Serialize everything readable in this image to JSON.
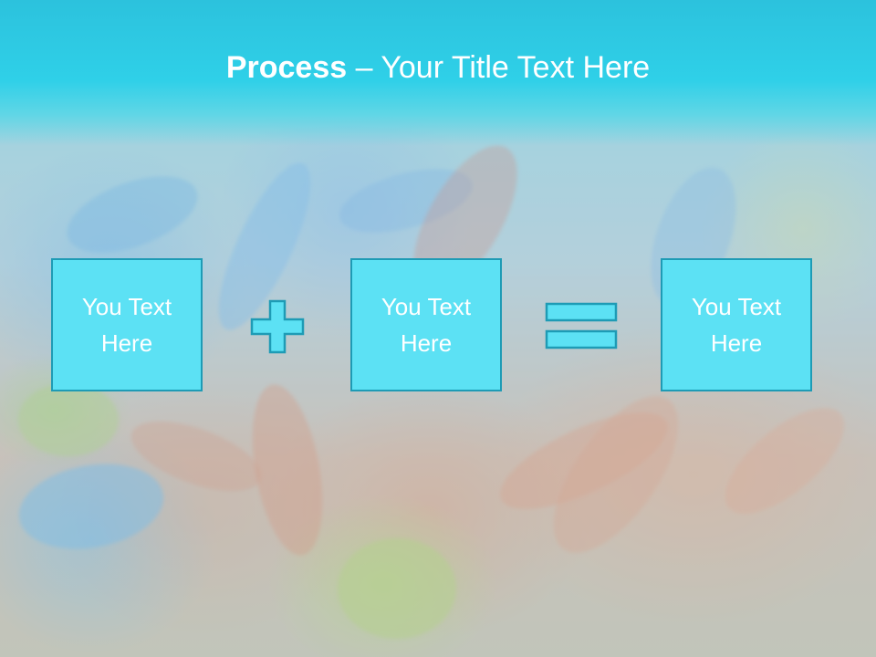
{
  "slide": {
    "title_bold": "Process",
    "title_dash": " – ",
    "title_rest": "Your Title Text Here"
  },
  "boxes": [
    {
      "text": "You Text Here"
    },
    {
      "text": "You Text Here"
    },
    {
      "text": "You Text Here"
    }
  ],
  "operators": {
    "plus_icon": "plus-icon",
    "equals_icon": "equals-icon"
  },
  "colors": {
    "title_bar": "#2fd0e8",
    "box_fill": "#5ce1f4",
    "box_border": "#1e9bb5",
    "text": "#ffffff"
  }
}
